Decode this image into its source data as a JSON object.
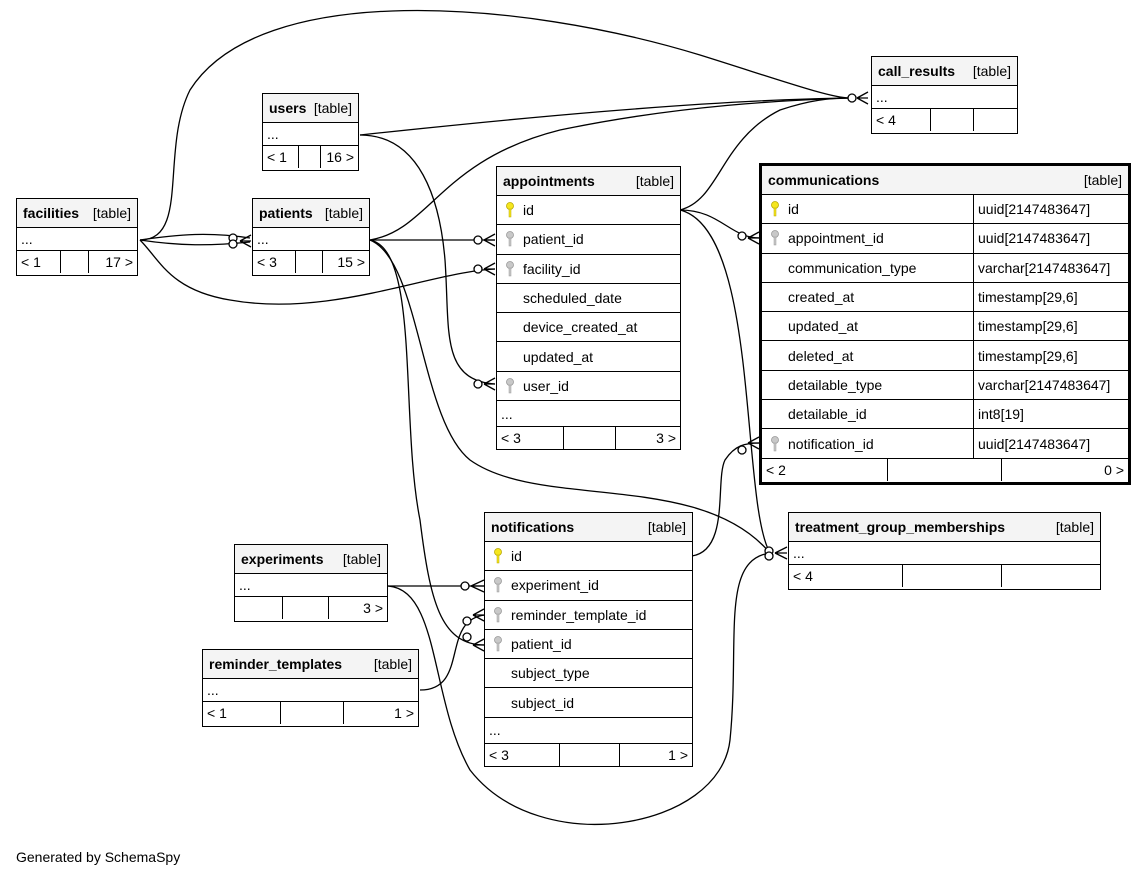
{
  "footer_text": "Generated by SchemaSpy",
  "tables": {
    "call_results": {
      "name": "call_results",
      "type": "[table]",
      "parents": "< 4",
      "mid": "",
      "children": ""
    },
    "users": {
      "name": "users",
      "type": "[table]",
      "parents": "< 1",
      "mid": "",
      "children": "16 >"
    },
    "facilities": {
      "name": "facilities",
      "type": "[table]",
      "parents": "< 1",
      "mid": "",
      "children": "17 >"
    },
    "patients": {
      "name": "patients",
      "type": "[table]",
      "parents": "< 3",
      "mid": "",
      "children": "15 >"
    },
    "appointments": {
      "name": "appointments",
      "type": "[table]",
      "parents": "< 3",
      "mid": "",
      "children": "3 >",
      "columns": [
        "id",
        "patient_id",
        "facility_id",
        "scheduled_date",
        "device_created_at",
        "updated_at",
        "user_id"
      ]
    },
    "communications": {
      "name": "communications",
      "type": "[table]",
      "parents": "< 2",
      "mid": "",
      "children": "0 >",
      "columns": [
        {
          "name": "id",
          "type": "uuid[2147483647]"
        },
        {
          "name": "appointment_id",
          "type": "uuid[2147483647]"
        },
        {
          "name": "communication_type",
          "type": "varchar[2147483647]"
        },
        {
          "name": "created_at",
          "type": "timestamp[29,6]"
        },
        {
          "name": "updated_at",
          "type": "timestamp[29,6]"
        },
        {
          "name": "deleted_at",
          "type": "timestamp[29,6]"
        },
        {
          "name": "detailable_type",
          "type": "varchar[2147483647]"
        },
        {
          "name": "detailable_id",
          "type": "int8[19]"
        },
        {
          "name": "notification_id",
          "type": "uuid[2147483647]"
        }
      ]
    },
    "notifications": {
      "name": "notifications",
      "type": "[table]",
      "parents": "< 3",
      "mid": "",
      "children": "1 >",
      "columns": [
        "id",
        "experiment_id",
        "reminder_template_id",
        "patient_id",
        "subject_type",
        "subject_id"
      ]
    },
    "experiments": {
      "name": "experiments",
      "type": "[table]",
      "parents": "",
      "mid": "",
      "children": "3 >"
    },
    "reminder_templates": {
      "name": "reminder_templates",
      "type": "[table]",
      "parents": "< 1",
      "mid": "",
      "children": "1 >"
    },
    "treatment_group_memberships": {
      "name": "treatment_group_memberships",
      "type": "[table]",
      "parents": "< 4",
      "mid": "",
      "children": ""
    }
  },
  "ellipsis": "...",
  "colors": {
    "primary_key": "#f5e61e",
    "foreign_key": "#b4b4b4",
    "header_bg": "#f4f4f4",
    "line": "#000000"
  }
}
